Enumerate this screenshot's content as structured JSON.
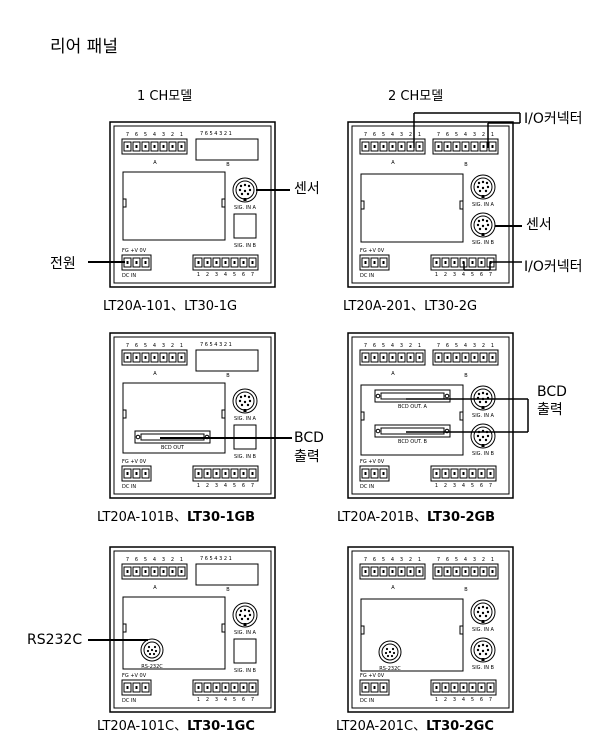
{
  "title": "리어 패널",
  "headers": {
    "one_ch": "1 CH모델",
    "two_ch": "2 CH모델"
  },
  "panel_text": {
    "pins8": [
      "7",
      "6",
      "5",
      "4",
      "3",
      "2",
      "1"
    ],
    "pins7": [
      "1",
      "2",
      "3",
      "4",
      "5",
      "6",
      "7"
    ],
    "label_a": "A",
    "label_b": "B",
    "sig_a": "SIG. IN A",
    "sig_b": "SIG. IN B",
    "dc_pins": "FG +V 0V",
    "dc_in": "DC IN",
    "bcd_out": "BCD OUT",
    "bcd_out_a": "BCD OUT. A",
    "bcd_out_b": "BCD OUT. B",
    "rs232c": "RS-232C"
  },
  "callouts": {
    "sensor": "센서",
    "power": "전원",
    "io_connector": "I/O커넥터",
    "bcd_line1": "BCD",
    "bcd_line2": "출력",
    "rs232c": "RS232C"
  },
  "models": [
    {
      "name": "LT20A-101",
      "sep": "、",
      "name2": "LT30-1G"
    },
    {
      "name": "LT20A-201",
      "sep": "、",
      "name2": "LT30-2G"
    },
    {
      "name": "LT20A-101B",
      "sep": "、",
      "name2": "LT30-1GB"
    },
    {
      "name": "LT20A-201B",
      "sep": "、",
      "name2": "LT30-2GB"
    },
    {
      "name": "LT20A-101C",
      "sep": "、",
      "name2": "LT30-1GC"
    },
    {
      "name": "LT20A-201C",
      "sep": "、",
      "name2": "LT30-2GC"
    }
  ]
}
